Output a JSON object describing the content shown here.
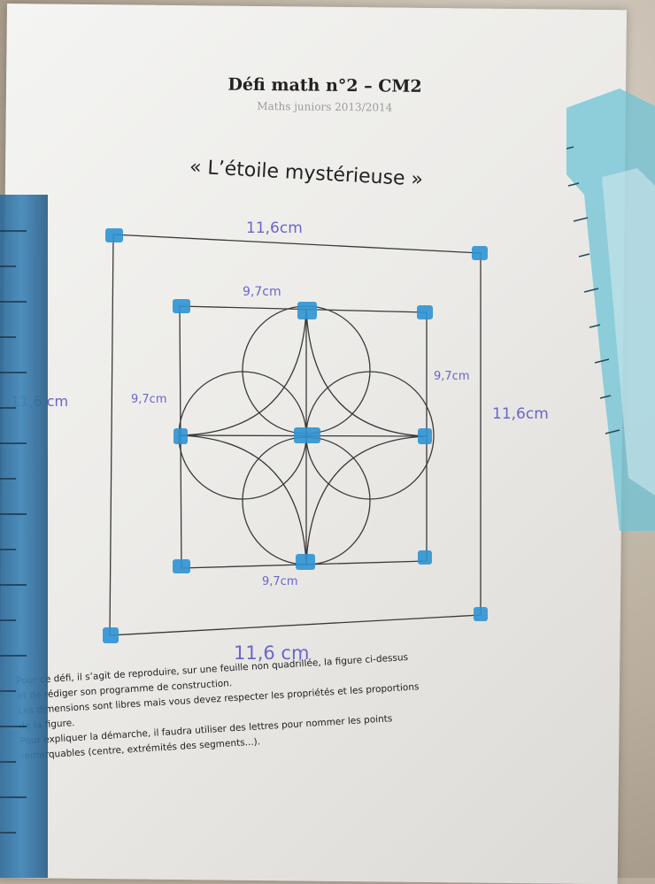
{
  "document": {
    "title": "Défi math n°2 – CM2",
    "subtitle": "Maths juniors 2013/2014",
    "heading": "« L’étoile mystérieuse »"
  },
  "figure_labels": {
    "outer_top": "11,6cm",
    "outer_bottom": "11,6 cm",
    "outer_left": "11,6 cm",
    "outer_right": "11,6cm",
    "inner_top": "9,7cm",
    "inner_bottom": "9,7cm",
    "inner_left": "9,7cm",
    "inner_right": "9,7cm"
  },
  "instructions": [
    "Pour ce défi, il s’agit de reproduire, sur une feuille non quadrillée, la figure ci-dessus",
    "et de rédiger son programme de construction.",
    "Les dimensions sont libres mais vous devez respecter les propriétés et les proportions",
    "de la figure.",
    "Pour expliquer la démarche, il faudra utiliser des lettres pour nommer les points",
    "remarquables (centre, extrémités des segments...)."
  ],
  "colors": {
    "marker_blue": "#2f93d3",
    "handwriting": "#6b66c9",
    "ruler_blue": "#3f86b8",
    "set_square": "#6fc3d6"
  }
}
